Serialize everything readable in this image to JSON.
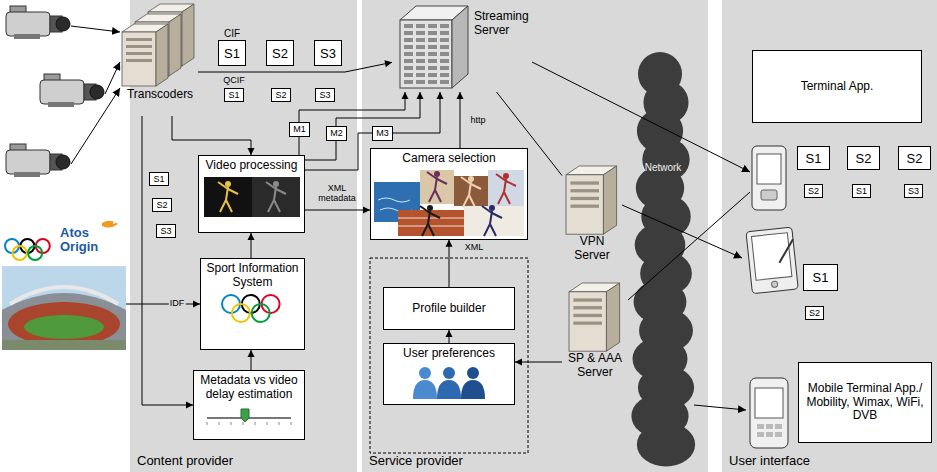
{
  "diagram": {
    "nodes": [
      {
        "text": [
          "Content provider"
        ]
      },
      {
        "text": [
          "Service provider"
        ]
      },
      {
        "text": [
          "User interface"
        ]
      },
      {
        "text": [
          "Transcoders"
        ],
        "in": 0
      },
      {
        "text": [
          "S1"
        ],
        "in": 0
      },
      {
        "text": [
          "S2"
        ],
        "in": 0
      },
      {
        "text": [
          "S3"
        ],
        "in": 0
      },
      {
        "text": [
          "S1"
        ],
        "in": 0
      },
      {
        "text": [
          "S2"
        ],
        "in": 0
      },
      {
        "text": [
          "S3"
        ],
        "in": 0
      },
      {
        "text": [
          "M1"
        ],
        "in": 0
      },
      {
        "text": [
          "M2"
        ],
        "in": 0
      },
      {
        "text": [
          "Video processing"
        ],
        "in": 0
      },
      {
        "text": [
          "S1"
        ],
        "in": 0
      },
      {
        "text": [
          "S2"
        ],
        "in": 0
      },
      {
        "text": [
          "S3"
        ],
        "in": 0
      },
      {
        "text": [
          "Atos Origin"
        ]
      },
      {
        "text": [
          "Sport Information System"
        ],
        "in": 0
      },
      {
        "text": [
          "Metadata vs video delay estimation"
        ],
        "in": 0
      },
      {
        "text": [
          "Streaming Server"
        ],
        "in": 1
      },
      {
        "text": [
          "M3"
        ],
        "in": 1
      },
      {
        "text": [
          "Camera selection"
        ],
        "in": 1
      },
      {
        "text": [
          "Profile builder"
        ],
        "in": 1
      },
      {
        "text": [
          "User preferences"
        ],
        "in": 1
      },
      {
        "text": [
          "VPN Server"
        ],
        "in": 1
      },
      {
        "text": [
          "SP & AAA Server"
        ],
        "in": 1
      },
      {
        "text": [
          "Network"
        ],
        "in": 1
      },
      {
        "text": [
          "Terminal App."
        ],
        "in": 2
      },
      {
        "text": [
          "S1"
        ],
        "in": 2
      },
      {
        "text": [
          "S2"
        ],
        "in": 2
      },
      {
        "text": [
          "S2"
        ],
        "in": 2
      },
      {
        "text": [
          "S2"
        ],
        "in": 2
      },
      {
        "text": [
          "S1"
        ],
        "in": 2
      },
      {
        "text": [
          "S3"
        ],
        "in": 2
      },
      {
        "text": [
          "S1"
        ],
        "in": 2
      },
      {
        "text": [
          "S2"
        ],
        "in": 2
      },
      {
        "text": [
          "Mobile Terminal App./ Mobility, Wimax, WiFi, DVB"
        ],
        "in": 2
      }
    ],
    "edges": [
      {
        "from": 3,
        "to": 19,
        "arrow": "to"
      },
      {
        "from": 3,
        "to": 12,
        "arrow": "to"
      },
      {
        "from": 3,
        "to": 18,
        "arrow": "to"
      },
      {
        "from": 12,
        "to": 10,
        "arrow": "none"
      },
      {
        "from": 10,
        "to": 19,
        "arrow": "to"
      },
      {
        "from": 12,
        "to": 11,
        "arrow": "none"
      },
      {
        "from": 11,
        "to": 19,
        "arrow": "to"
      },
      {
        "from": 12,
        "to": 20,
        "arrow": "none"
      },
      {
        "from": 20,
        "to": 19,
        "arrow": "to"
      },
      {
        "from": 12,
        "to": 21,
        "label": "XML metadata",
        "arrow": "to"
      },
      {
        "from": 17,
        "to": 12,
        "arrow": "to"
      },
      {
        "from": 18,
        "to": 17,
        "arrow": "to"
      },
      {
        "from": 16,
        "to": 17,
        "label": "IDF",
        "arrow": "to"
      },
      {
        "from": 21,
        "to": 19,
        "label": "http",
        "arrow": "to"
      },
      {
        "from": 22,
        "to": 21,
        "label": "XML",
        "arrow": "to"
      },
      {
        "from": 23,
        "to": 22,
        "arrow": "to"
      },
      {
        "from": 25,
        "to": 23,
        "arrow": "to"
      },
      {
        "from": 19,
        "to": 24,
        "arrow": "none"
      }
    ],
    "labels": [
      "CIF",
      "QCIF"
    ]
  }
}
